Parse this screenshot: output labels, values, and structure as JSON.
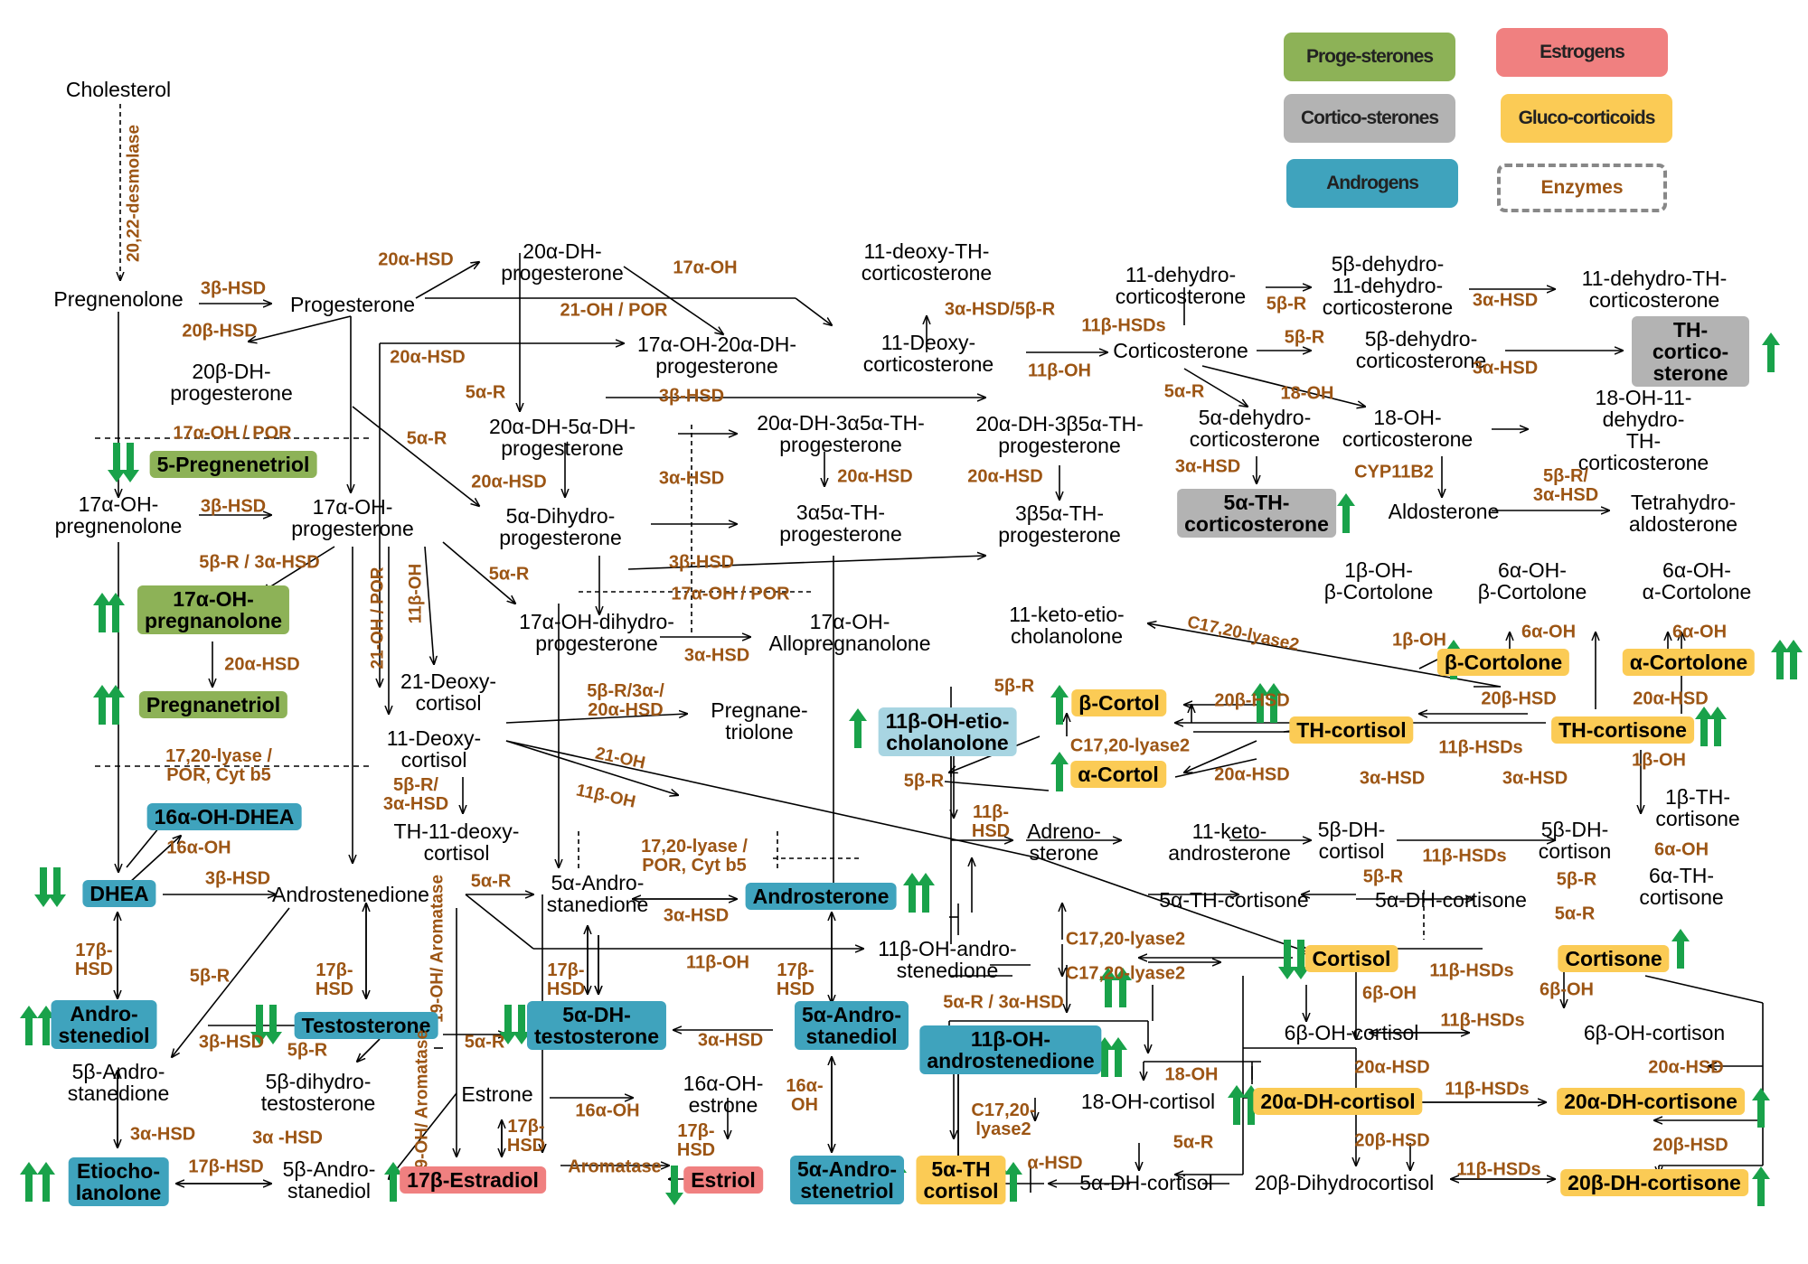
{
  "legend": {
    "progesterones": "Proge-sterones",
    "estrogens": "Estrogens",
    "corticosterones": "Cortico-sterones",
    "glucocorticoids": "Gluco-corticoids",
    "androgens": "Androgens",
    "enzymes": "Enzymes",
    "colors": {
      "progesterones": "#8DB257",
      "estrogens": "#F08080",
      "corticosterones": "#B3B3B3",
      "glucocorticoids": "#FBCB55",
      "androgens": "#3FA3BD",
      "enzyme_text": "#9C5514",
      "arrow": "#19A24A"
    }
  },
  "compounds": {
    "cholesterol": "Cholesterol",
    "pregnenolone": "Pregnenolone",
    "progesterone": "Progesterone",
    "p20b_dh_prog": "20β-DH-\nprogesterone",
    "p20a_dh_prog": "20α-DH-\nprogesterone",
    "p17oh_20a_dh_prog": "17α-OH-20α-DH-\nprogesterone",
    "p20a_dh_5a_dh_prog": "20α-DH-5α-DH-\nprogesterone",
    "p20a_dh_3a5a_th_prog": "20α-DH-3α5α-TH-\nprogesterone",
    "p20a_dh_3b5a_th_prog": "20α-DH-3β5α-TH-\nprogesterone",
    "p5a_dihydro_prog": "5α-Dihydro-\nprogesterone",
    "p3a5a_th_prog": "3α5α-TH-\nprogesterone",
    "p3b5a_th_prog": "3β5α-TH-\nprogesterone",
    "p17oh_preg": "17α-OH-\npregnenolone",
    "p17oh_prog": "17α-OH-\nprogesterone",
    "pregnenetriol5": "5-Pregnenetriol",
    "p17oh_pregnanolone": "17α-OH-\npregnanolone",
    "pregnanetriol": "Pregnanetriol",
    "p17oh_dihydro_prog": "17α-OH-dihydro-\nprogesterone",
    "p17oh_allopreg": "17α-OH-\nAllopregnanolone",
    "deoxycortisol21": "21-Deoxy-\ncortisol",
    "deoxycortisol11": "11-Deoxy-\ncortisol",
    "th11deoxycortisol": "TH-11-deoxy-\ncortisol",
    "pregnanetriolone": "Pregnane-\ntriolone",
    "deoxy11_th_corticosterone": "11-deoxy-TH-\ncorticosterone",
    "deoxycorticosterone11": "11-Deoxy-\ncorticosterone",
    "dehydrocorticosterone11": "11-dehydro-\ncorticosterone",
    "corticosterone": "Corticosterone",
    "b5_dehydro_11dehydro": "5β-dehydro-\n11-dehydro-\ncorticosterone",
    "dehydro11_th_cs": "11-dehydro-TH-\ncorticosterone",
    "b5_dehydro_cs": "5β-dehydro-\ncorticosterone",
    "th_corticosterone": "TH-cortico-\nsterone",
    "a5_dehydro_cs": "5α-dehydro-\ncorticosterone",
    "oh18_cs": "18-OH-\ncorticosterone",
    "oh18_11dehydro_th_cs": "18-OH-11-dehydro-\nTH-corticosterone",
    "a5_th_cs": "5α-TH-\ncorticosterone",
    "aldosterone": "Aldosterone",
    "tetrahydroaldosterone": "Tetrahydro-\naldosterone",
    "oh1b_b_cortolone": "1β-OH-\nβ-Cortolone",
    "oh6a_b_cortolone": "6α-OH-\nβ-Cortolone",
    "oh6a_a_cortolone": "6α-OH-\nα-Cortolone",
    "keto11_etiocholanolone": "11-keto-etio-\ncholanolone",
    "b_cortolone": "β-Cortolone",
    "a_cortolone": "α-Cortolone",
    "b_cortol": "β-Cortol",
    "a_cortol": "α-Cortol",
    "th_cortisol": "TH-cortisol",
    "th_cortisone": "TH-cortisone",
    "oh11b_etio": "11β-OH-etio-\ncholanolone",
    "oh1b_th_cortisone": "1β-TH-\ncortisone",
    "oh6a_th_cortisone": "6α-TH-\ncortisone",
    "adrenosterone": "Adreno-\nsterone",
    "keto11_androsterone": "11-keto-\nandrosterone",
    "b5_dh_cortisol": "5β-DH-\ncortisol",
    "b5_dh_cortison": "5β-DH-\ncortison",
    "a5_th_cortisone": "5α-TH-cortisone",
    "a5_dh_cortisone": "5α-DH-cortisone",
    "oh11b_androstenedione": "11β-OH-andro-\nstenedione",
    "cortisol": "Cortisol",
    "cortisone": "Cortisone",
    "oh6b_cortisol": "6β-OH-cortisol",
    "oh6b_cortison": "6β-OH-cortison",
    "oh11b_androstenedione_box": "11β-OH-\nandrostenedione",
    "oh18_cortisol": "18-OH-cortisol",
    "dh20a_cortisol": "20α-DH-cortisol",
    "dh20a_cortisone": "20α-DH-cortisone",
    "a5_th_cortisol": "5α-TH\ncortisol",
    "a5_dh_cortisol": "5α-DH-cortisol",
    "dihydrocortisol20b": "20β-Dihydrocortisol",
    "dh20b_cortisone": "20β-DH-cortisone",
    "oh16a_dhea": "16α-OH-DHEA",
    "dhea": "DHEA",
    "androstenedione": "Androstenedione",
    "a5_androstanedione": "5α-Andro-\nstanedione",
    "androsterone": "Androsterone",
    "androstenediol": "Andro-\nstenediol",
    "testosterone": "Testosterone",
    "a5_dh_testosterone": "5α-DH-\ntestosterone",
    "a5_androstanediol": "5α-Andro-\nstanediol",
    "b5_androstanedione": "5β-Andro-\nstanedione",
    "b5_dihydrotestosterone": "5β-dihydro-\ntestosterone",
    "estrone": "Estrone",
    "oh16a_estrone": "16α-OH-\nestrone",
    "etiocholanolone": "Etiocho-\nlanolone",
    "b5_androstanediol": "5β-Andro-\nstanediol",
    "estradiol17b": "17β-Estradiol",
    "estriol": "Estriol",
    "a5_androstenetriol": "5α-Andro-\nstenetriol"
  },
  "enzymes": {
    "desmolase": "20,22-desmolase",
    "hsd3b": "3β-HSD",
    "hsd20b": "20β-HSD",
    "hsd20a": "20α-HSD",
    "oh17a": "17α-OH",
    "oh21_por": "21-OH / POR",
    "r5a": "5α-R",
    "oh17a_por": "17α-OH / POR",
    "hsd3a": "3α-HSD",
    "r5b_hsd3a": "5β-R / 3α-HSD",
    "oh21_por_v": "21-OH / POR",
    "oh11b": "11β-OH",
    "r5b_3a_20a": "5β-R/3α-/\n20α-HSD",
    "lyase_por_cyt": "17,20-lyase /\nPOR, Cyt b5",
    "oh16a": "16α-OH",
    "r5b_3a_pair": "5β-R/\n3α-HSD",
    "oh21": "21-OH",
    "hsd17b": "17β-\nHSD",
    "r5b": "5β-R",
    "oh19_arom": "19-OH/\nAromatase",
    "aromatase": "Aromatase",
    "hsd3a_r5b": "3α-HSD/5β-R",
    "hsd11b_plural": "11β-HSDs",
    "oh18": "18-OH",
    "cyp11b2": "CYP11B2",
    "r5b_3ahsd": "5β-R/\n3α-HSD",
    "lyase2": "C17,20-lyase2",
    "oh1b": "1β-OH",
    "oh6a": "6α-OH",
    "oh6b": "6β-OH",
    "hsd11b_split": "11β-\nHSD",
    "r5a_hsd3a": "5α-R / 3α-HSD",
    "lyase2_split": "C17,20-\nlyase2",
    "oh16a_split": "16α-\nOH",
    "hsd17b_ind": "17β-HSD",
    "hsd3a_spaced": "3α -HSD",
    "a_hsd": "α-HSD"
  }
}
